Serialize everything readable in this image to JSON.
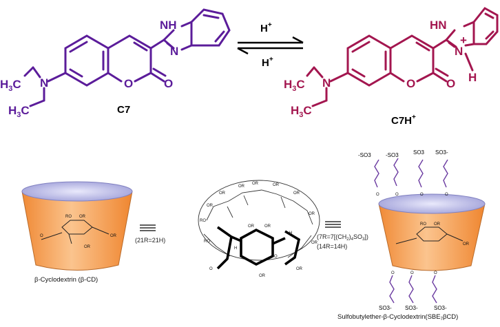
{
  "colors": {
    "c7": "#5b1c9a",
    "c7h": "#a3164f",
    "ink": "#000000",
    "cup_orange": "#f7a35c",
    "cup_lavender": "#c6c6f2"
  },
  "reaction": {
    "forward_label": "H+",
    "reverse_label": "H+"
  },
  "c7": {
    "name": "C7",
    "atoms": {
      "nh": "NH",
      "n": "N",
      "n_amine": "N",
      "h3c_top": "H3C",
      "h3c_bottom": "H3C",
      "o_ring": "O",
      "o_carbonyl": "O"
    }
  },
  "c7h": {
    "name": "C7H",
    "charge": "+",
    "atoms": {
      "nh": "HN",
      "nplus": "N",
      "h": "H",
      "n_amine": "N",
      "h3c_top": "H3C",
      "h3c_bottom": "H3C",
      "o_ring": "O",
      "o_carbonyl": "O"
    }
  },
  "cyclodextrin": {
    "bcd_caption": "β-Cyclodextrin (β-CD)",
    "equiv_left": "(21R=21H)",
    "equiv_right_line1": "(7R=7[(CH",
    "equiv_right_line2": "(14R=14H)",
    "sbe_caption": "Sulfobutylether-β-Cyclodextrin(SBE",
    "sbe_caption_tail": "βCD)",
    "so3": "SO3",
    "or": "OR",
    "ro": "RO",
    "o": "O",
    "h": "H"
  }
}
